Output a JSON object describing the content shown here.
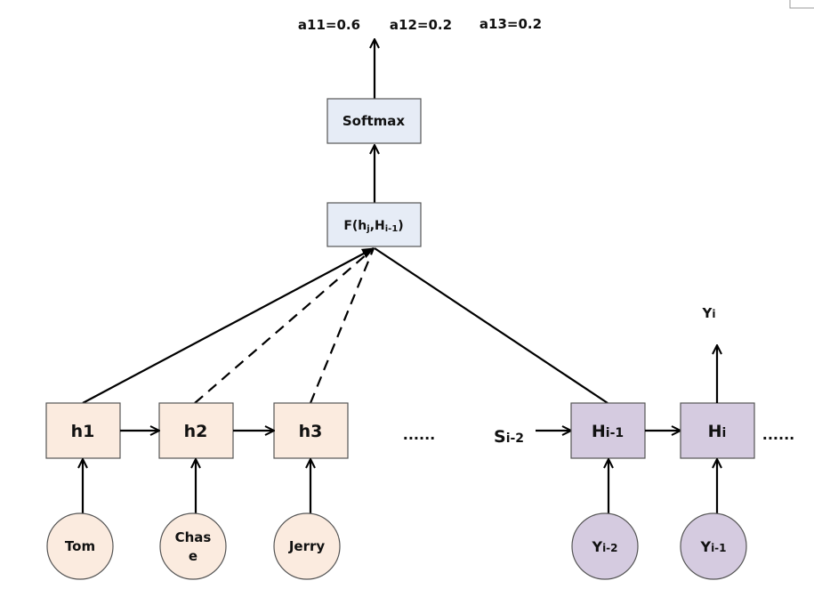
{
  "outputs": [
    {
      "label": "a11=0.6"
    },
    {
      "label": "a12=0.2"
    },
    {
      "label": "a13=0.2"
    }
  ],
  "softmax": {
    "label": "Softmax"
  },
  "score_fn": {
    "label_main": "F(h",
    "label_sub_j": "j",
    "label_mid": ",H",
    "label_sub_i": "i-1",
    "label_end": ")"
  },
  "encoder": {
    "hidden": [
      {
        "label": "h1"
      },
      {
        "label": "h2"
      },
      {
        "label": "h3"
      }
    ],
    "inputs": [
      {
        "label": "Tom"
      },
      {
        "label_line1": "Chas",
        "label_line2": "e"
      },
      {
        "label": "Jerry"
      }
    ],
    "ellipsis": "......"
  },
  "decoder": {
    "prev_state": {
      "main": "S",
      "sub": "i-2"
    },
    "hidden": [
      {
        "main": "H",
        "sub": "i-1"
      },
      {
        "main": "H",
        "sub": "i"
      }
    ],
    "inputs": [
      {
        "main": "Y",
        "sub": "i-2"
      },
      {
        "main": "Y",
        "sub": "i-1"
      }
    ],
    "output": {
      "main": "Y",
      "sub": "i"
    },
    "ellipsis": "......"
  },
  "colors": {
    "encoder_fill": "#fbebdf",
    "decoder_fill": "#d5cbe0",
    "attention_fill": "#e6ecf6",
    "stroke": "#000000"
  }
}
